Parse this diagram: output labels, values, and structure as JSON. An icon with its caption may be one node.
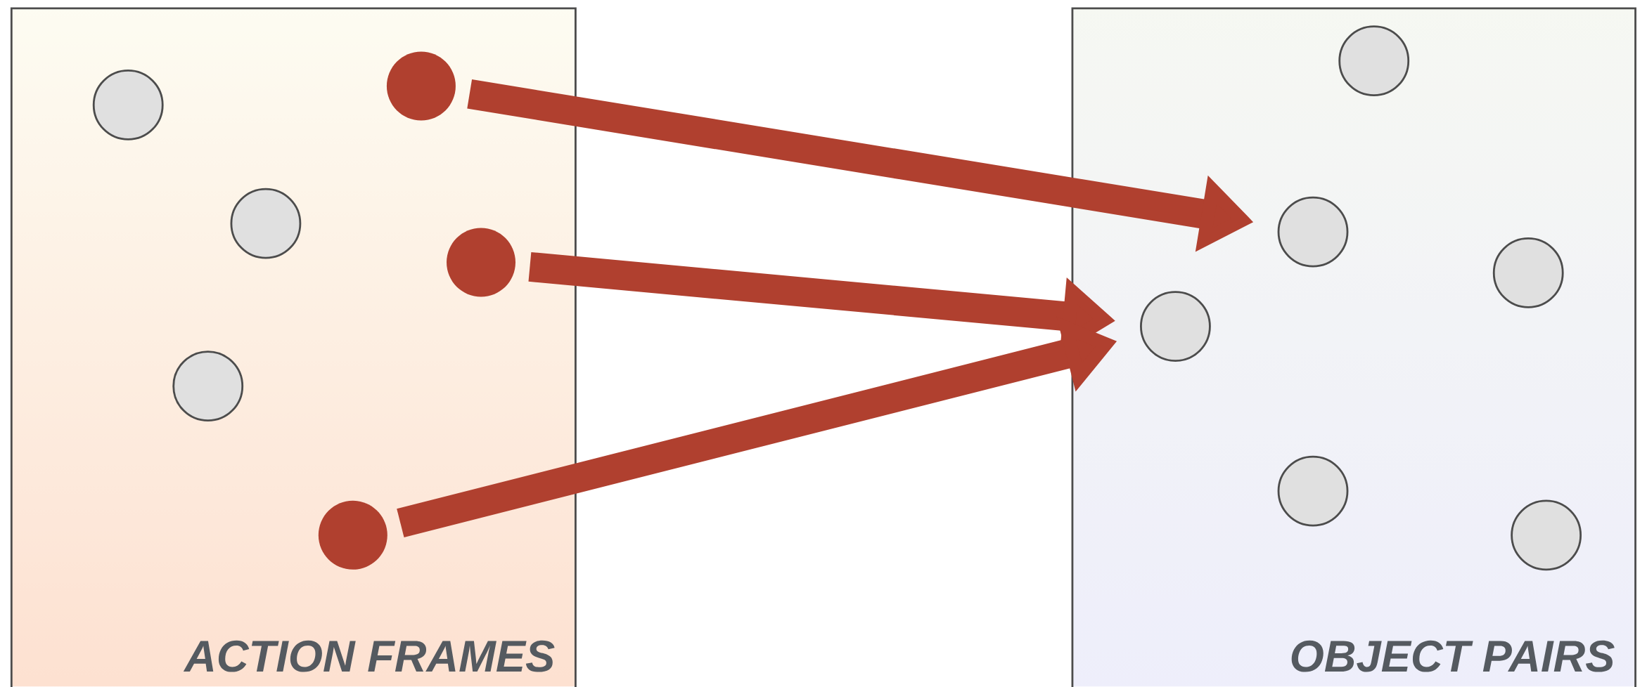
{
  "diagram": {
    "nodes": [
      {
        "text": [
          "ACTION FRAMES"
        ]
      },
      {
        "text": [],
        "shape": "circle",
        "in": 0
      },
      {
        "text": [],
        "shape": "circle",
        "in": 0
      },
      {
        "text": [],
        "shape": "circle",
        "in": 0
      },
      {
        "text": [],
        "shape": "circle",
        "in": 0
      },
      {
        "text": [],
        "shape": "circle",
        "in": 0
      },
      {
        "text": [],
        "shape": "circle",
        "in": 0
      },
      {
        "text": [
          "OBJECT PAIRS"
        ]
      },
      {
        "text": [],
        "shape": "circle",
        "in": 7
      },
      {
        "text": [],
        "shape": "circle",
        "in": 7
      },
      {
        "text": [],
        "shape": "circle",
        "in": 7
      },
      {
        "text": [],
        "shape": "circle",
        "in": 7
      },
      {
        "text": [],
        "shape": "circle",
        "in": 7
      },
      {
        "text": [],
        "shape": "circle",
        "in": 7
      }
    ],
    "edges": [
      {
        "from": 1,
        "to": 9,
        "arrow": "to"
      },
      {
        "from": 4,
        "to": 11,
        "arrow": "to"
      },
      {
        "from": 6,
        "to": 11,
        "arrow": "to"
      }
    ]
  }
}
